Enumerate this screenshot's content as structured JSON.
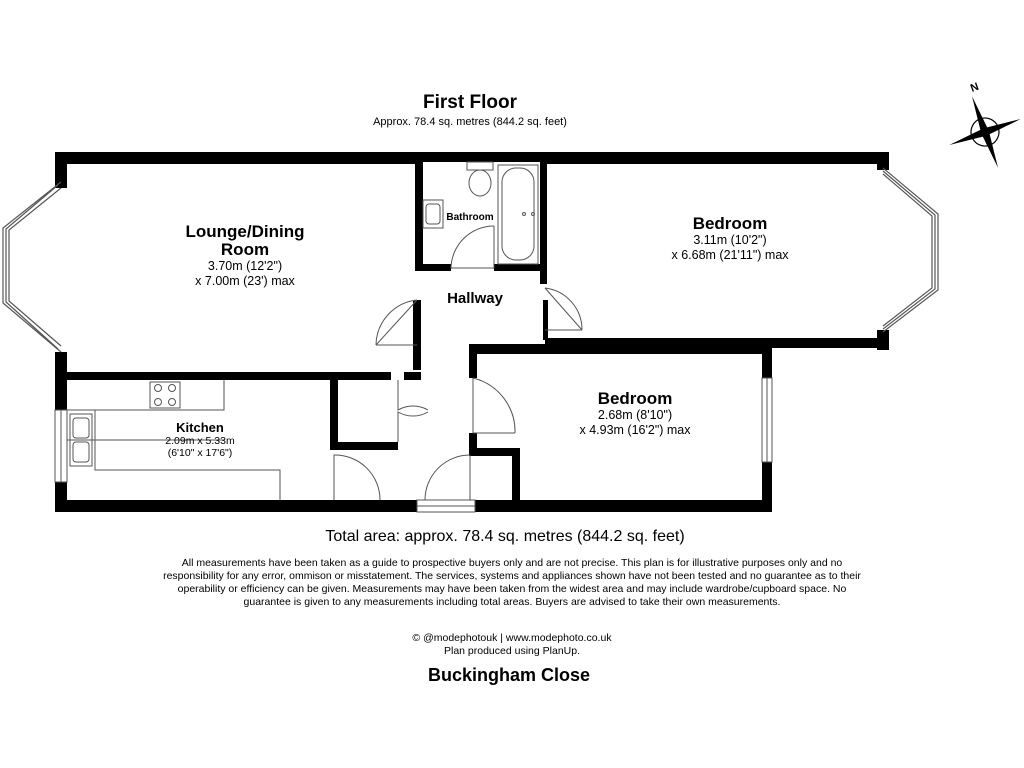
{
  "floor": {
    "title": "First Floor",
    "area": "Approx. 78.4 sq. metres (844.2 sq. feet)"
  },
  "rooms": {
    "lounge": {
      "name_line1": "Lounge/Dining",
      "name_line2": "Room",
      "dim_line1": "3.70m (12'2\")",
      "dim_line2": "x 7.00m (23') max"
    },
    "bedroom1": {
      "name": "Bedroom",
      "dim_line1": "3.11m (10'2\")",
      "dim_line2": "x 6.68m (21'11\") max"
    },
    "bedroom2": {
      "name": "Bedroom",
      "dim_line1": "2.68m (8'10\")",
      "dim_line2": "x 4.93m (16'2\") max"
    },
    "kitchen": {
      "name": "Kitchen",
      "dim_line1": "2.09m x 5.33m",
      "dim_line2": "(6'10\" x 17'6\")"
    },
    "bathroom": {
      "name": "Bathroom"
    },
    "hallway": {
      "name": "Hallway"
    }
  },
  "compass": {
    "label": "N"
  },
  "footer": {
    "total": "Total area: approx. 78.4 sq. metres (844.2 sq. feet)",
    "disclaimer": "All measurements have been taken as a guide to prospective buyers only and are not precise. This plan is for illustrative purposes only and no responsibility for any error, ommison or misstatement. The services, systems and appliances shown have not been tested and no guarantee as to their operability or efficiency can be given. Measurements may have been taken from the widest area and may include wardrobe/cupboard space. No guarantee is given to any measurements including total areas. Buyers are advised to take their own measurements.",
    "credit": "© @modephotouk | www.modephoto.co.uk",
    "produced": "Plan produced using PlanUp.",
    "address": "Buckingham Close"
  }
}
